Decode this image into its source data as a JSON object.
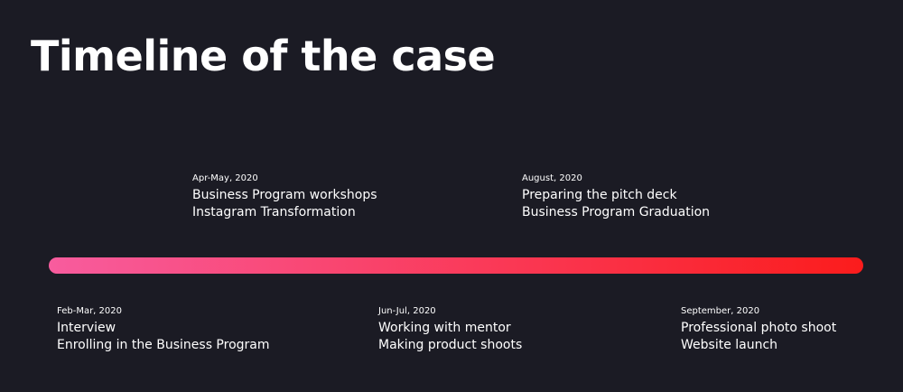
{
  "title": "Timeline of the case",
  "colors": {
    "background": "#1b1b24",
    "text": "#ffffff",
    "bar_start": "#f85c9e",
    "bar_end": "#fb1c1c"
  },
  "events": [
    {
      "date": "Apr-May, 2020",
      "lines": [
        "Business Program workshops",
        "Instagram Transformation"
      ]
    },
    {
      "date": "August, 2020",
      "lines": [
        "Preparing the pitch deck",
        "Business Program Graduation"
      ]
    },
    {
      "date": "Feb-Mar, 2020",
      "lines": [
        "Interview",
        "Enrolling in the Business Program"
      ]
    },
    {
      "date": "Jun-Jul, 2020",
      "lines": [
        "Working with mentor",
        "Making product shoots"
      ]
    },
    {
      "date": "September, 2020",
      "lines": [
        "Professional photo shoot",
        "Website launch"
      ]
    }
  ]
}
